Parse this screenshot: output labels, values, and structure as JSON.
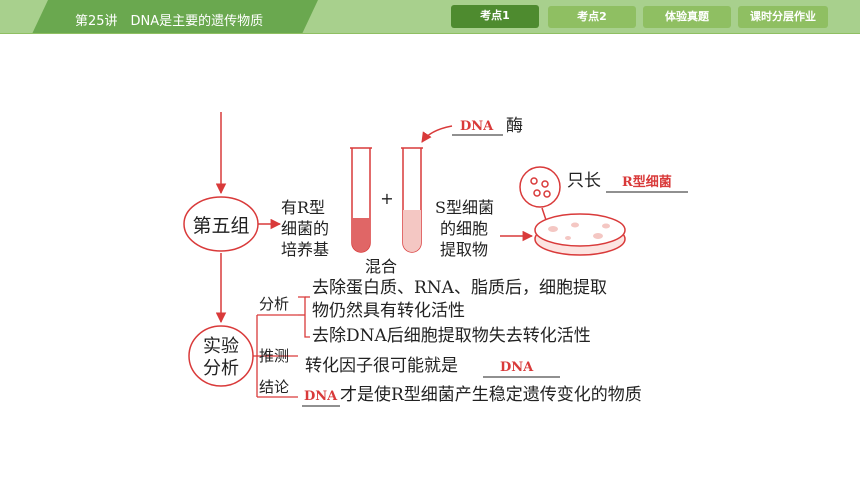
{
  "header": {
    "lesson_title": "第25讲　DNA是主要的遗传物质",
    "tabs": [
      {
        "label": "考点1",
        "active": true
      },
      {
        "label": "考点2",
        "active": false
      },
      {
        "label": "体验真题",
        "active": false
      },
      {
        "label": "课时分层作业",
        "active": false
      }
    ]
  },
  "colors": {
    "bar_dark": "#6aa84f",
    "bar_light": "#a8d08d",
    "tab": "#8fbf62",
    "tab_active": "#4e8b2f",
    "accent_red": "#d93a3a"
  },
  "diagram": {
    "group": "第五组",
    "medium": [
      "有R型",
      "细菌的",
      "培养基"
    ],
    "plus": "+",
    "mix": "混合",
    "extract": [
      "S型细菌",
      "的细胞",
      "提取物"
    ],
    "enzyme_answer": "DNA",
    "enzyme": "酶",
    "only_grow": "只长",
    "only_grow_answer": "R型细菌",
    "analysis_box": [
      "实验",
      "分析"
    ],
    "analysis_label": "分析",
    "analysis_line1": "去除蛋白质、RNA、脂质后，细胞提取",
    "analysis_line2": "物仍然具有转化活性",
    "analysis_line3": "去除DNA后细胞提取物失去转化活性",
    "inference_label": "推测",
    "inference_text": "转化因子很可能就是",
    "inference_answer": "DNA",
    "conclusion_label": "结论",
    "conclusion_answer": "DNA",
    "conclusion_text": "才是使R型细菌产生稳定遗传变化的物质"
  }
}
